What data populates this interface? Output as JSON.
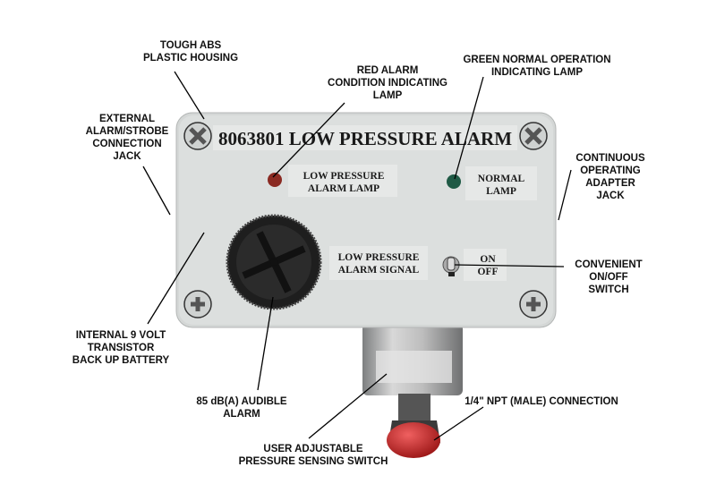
{
  "device": {
    "title": "8063801 LOW PRESSURE ALARM",
    "alarm_lamp_label": [
      "LOW PRESSURE",
      "ALARM LAMP"
    ],
    "normal_lamp_label": [
      "NORMAL",
      "LAMP"
    ],
    "signal_label": [
      "LOW PRESSURE",
      "ALARM SIGNAL"
    ],
    "switch_label": [
      "ON",
      "OFF"
    ]
  },
  "callouts": {
    "housing": [
      "TOUGH ABS",
      "PLASTIC HOUSING"
    ],
    "red_lamp": [
      "RED ALARM",
      "CONDITION INDICATING",
      "LAMP"
    ],
    "green_lamp": [
      "GREEN NORMAL OPERATION",
      "INDICATING LAMP"
    ],
    "external_jack": [
      "EXTERNAL",
      "ALARM/STROBE",
      "CONNECTION",
      "JACK"
    ],
    "adapter_jack": [
      "CONTINUOUS",
      "OPERATING",
      "ADAPTER",
      "JACK"
    ],
    "switch": [
      "CONVENIENT",
      "ON/OFF",
      "SWITCH"
    ],
    "battery": [
      "INTERNAL 9 VOLT",
      "TRANSISTOR",
      "BACK UP BATTERY"
    ],
    "audible": [
      "85 dB(A) AUDIBLE",
      "ALARM"
    ],
    "connection": [
      "1/4\" NPT (MALE) CONNECTION"
    ],
    "sensing_switch": [
      "USER ADJUSTABLE",
      "PRESSURE SENSING SWITCH"
    ]
  },
  "colors": {
    "housing": "#d9dcdb",
    "red_lamp": "#8a2a22",
    "green_lamp": "#1f5a45",
    "cap": "#c42a2a"
  }
}
